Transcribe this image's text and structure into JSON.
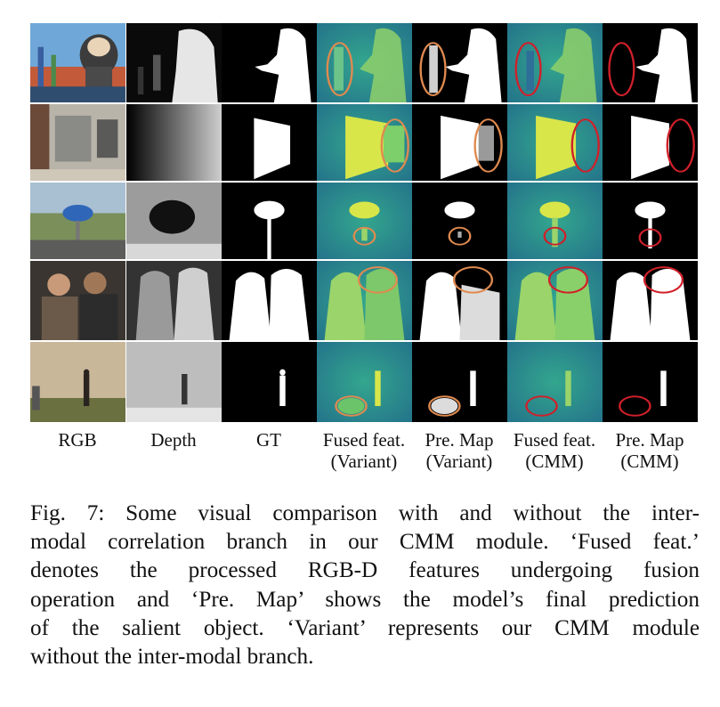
{
  "columns": [
    {
      "key": "rgb",
      "label_lines": [
        "RGB"
      ]
    },
    {
      "key": "depth",
      "label_lines": [
        "Depth"
      ]
    },
    {
      "key": "gt",
      "label_lines": [
        "GT"
      ]
    },
    {
      "key": "fused_variant",
      "label_lines": [
        "Fused feat.",
        "(Variant)"
      ]
    },
    {
      "key": "pre_variant",
      "label_lines": [
        "Pre. Map",
        "(Variant)"
      ]
    },
    {
      "key": "fused_cmm",
      "label_lines": [
        "Fused feat.",
        "(CMM)"
      ]
    },
    {
      "key": "pre_cmm",
      "label_lines": [
        "Pre. Map",
        "(CMM)"
      ]
    }
  ],
  "rows": [
    {
      "scene": "cartoon-character"
    },
    {
      "scene": "wall-panels"
    },
    {
      "scene": "road-sign"
    },
    {
      "scene": "two-men"
    },
    {
      "scene": "standing-person"
    }
  ],
  "colors": {
    "variant_circle": "#e08a4f",
    "cmm_circle": "#d0202a",
    "feature_bg": "#2a9a8c",
    "feature_hot": "#d8e64a"
  },
  "caption": {
    "lines": [
      "Fig. 7: Some visual comparison with and without the inter-",
      "modal correlation branch in our CMM module. ‘Fused feat.’",
      "denotes the processed RGB-D features undergoing fusion",
      "operation and ‘Pre. Map’ shows the model’s final prediction",
      "of the salient object. ‘Variant’ represents our CMM module",
      "without the inter-modal branch."
    ]
  }
}
